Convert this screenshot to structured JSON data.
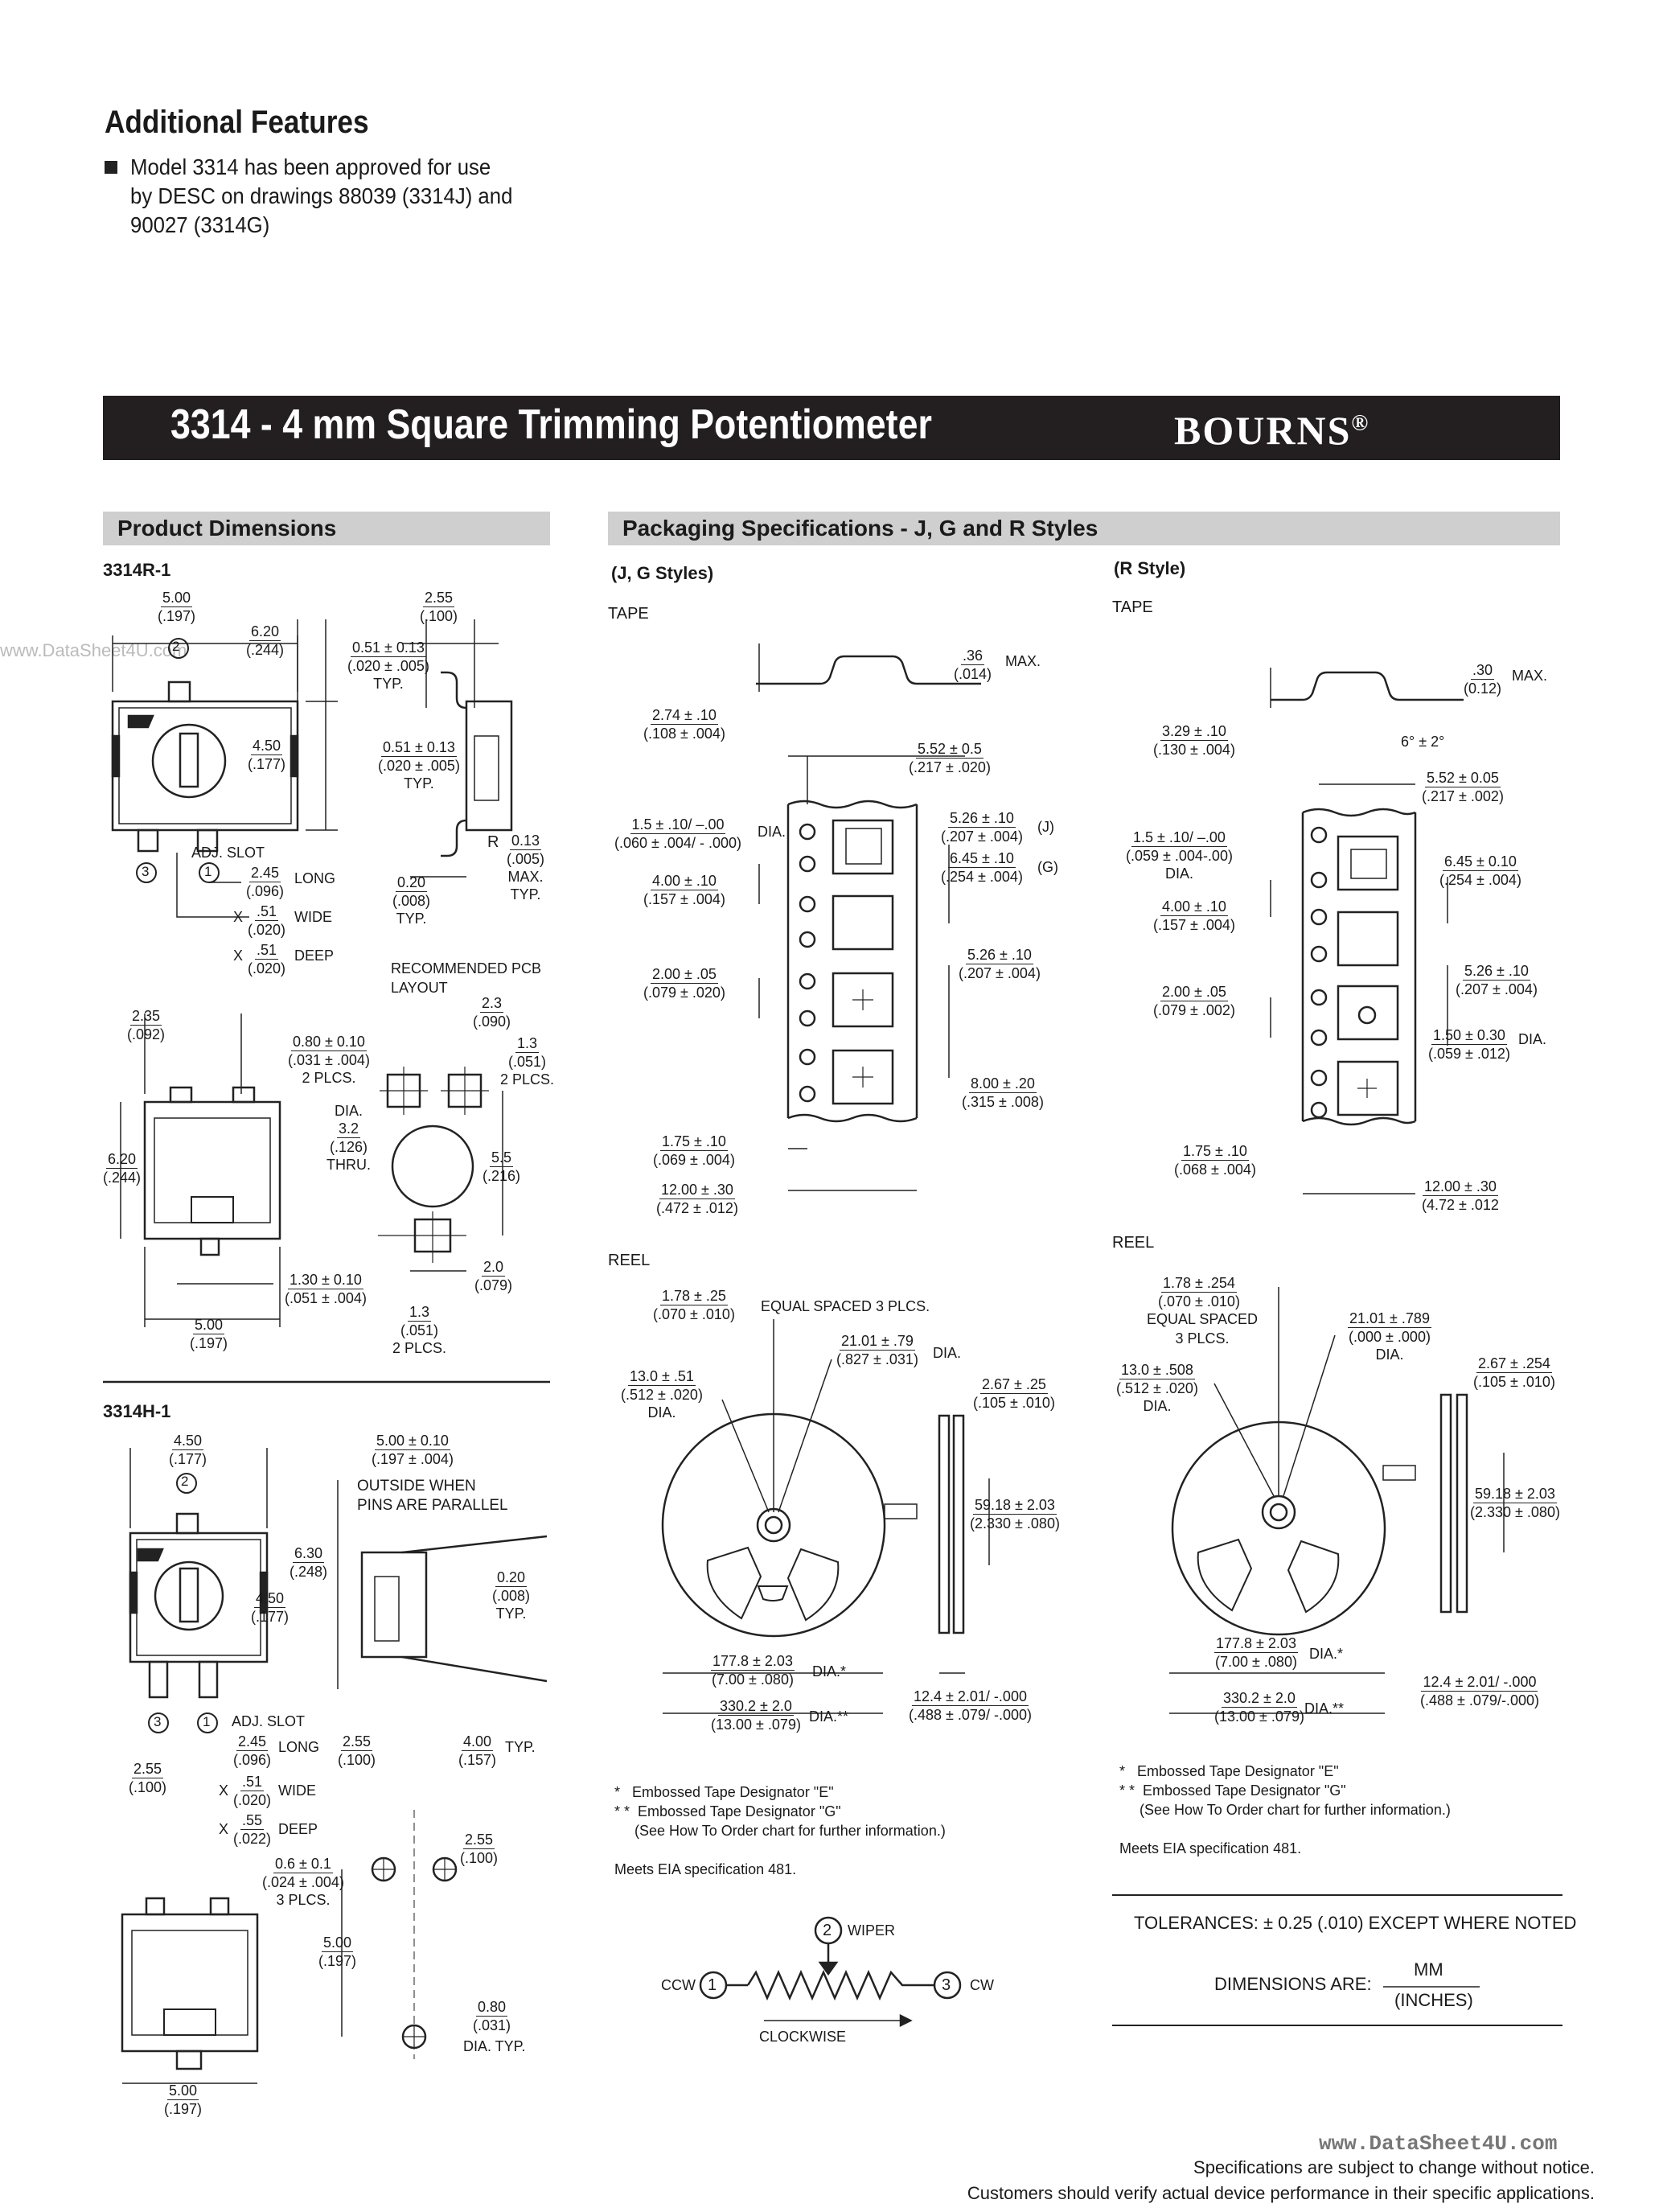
{
  "features": {
    "title": "Additional Features",
    "text": "Model 3314 has been approved for use\nby DESC on drawings 88039 (3314J) and\n90027 (3314G)"
  },
  "banner": {
    "title": "3314 - 4 mm Square Trimming Potentiometer",
    "brand": "BOURNS",
    "reg": "®"
  },
  "watermark_left": "www.DataSheet4U.com",
  "sections": {
    "dimensions": "Product Dimensions",
    "packaging": "Packaging Specifications - J, G and R Styles"
  },
  "models": {
    "r1": "3314R-1",
    "h1": "3314H-1"
  },
  "styles": {
    "jg": "(J, G Styles)",
    "r": "(R Style)"
  },
  "labels": {
    "tape": "TAPE",
    "reel": "REEL",
    "adj_slot": "ADJ. SLOT",
    "long": "LONG",
    "wide": "WIDE",
    "deep": "DEEP",
    "typ": "TYP.",
    "max": "MAX.",
    "dia": "DIA.",
    "thru": "THRU.",
    "two_plcs": "2 PLCS.",
    "three_plcs": "3 PLCS.",
    "rec_pcb": "RECOMMENDED PCB\nLAYOUT",
    "outside": "OUTSIDE WHEN\nPINS ARE PARALLEL",
    "equal_spaced": "EQUAL SPACED 3 PLCS.",
    "equal_spaced_r": "EQUAL SPACED\n3 PLCS.",
    "dia_typ": "DIA. TYP.",
    "r": "R",
    "x": "X",
    "wiper": "WIPER",
    "ccw": "CCW",
    "cw": "CW",
    "clockwise": "CLOCKWISE",
    "j": "(J)",
    "g": "(G)",
    "angle": "6° ± 2°"
  },
  "r1_dims": {
    "w500": [
      "5.00",
      "(.197)"
    ],
    "w255": [
      "2.55",
      "(.100)"
    ],
    "h620": [
      "6.20",
      "(.244)"
    ],
    "h450": [
      "4.50",
      "(.177)"
    ],
    "p051": [
      "0.51 ± 0.13",
      "(.020 ± .005)"
    ],
    "p051b": [
      "0.51 ± 0.13",
      "(.020 ± .005)"
    ],
    "s245": [
      "2.45",
      "(.096)"
    ],
    "s051": [
      ".51",
      "(.020)"
    ],
    "s051d": [
      ".51",
      "(.020)"
    ],
    "r013": [
      "0.13",
      "(.005)"
    ],
    "t020": [
      "0.20",
      "(.008)"
    ],
    "b235": [
      "2.35",
      "(.092)"
    ],
    "b080": [
      "0.80 ± 0.10",
      "(.031 ± .004)"
    ],
    "b620": [
      "6.20",
      "(.244)"
    ],
    "b130": [
      "1.30 ± 0.10",
      "(.051 ± .004)"
    ],
    "b500": [
      "5.00",
      "(.197)"
    ],
    "c23": [
      "2.3",
      "(.090)"
    ],
    "c13": [
      "1.3",
      "(.051)"
    ],
    "c32": [
      "3.2",
      "(.126)"
    ],
    "c55": [
      "5.5",
      "(.216)"
    ],
    "c20": [
      "2.0",
      "(.079)"
    ],
    "c13b": [
      "1.3",
      "(.051)"
    ]
  },
  "h1_dims": {
    "w450": [
      "4.50",
      "(.177)"
    ],
    "w500": [
      "5.00 ± 0.10",
      "(.197 ± .004)"
    ],
    "h630": [
      "6.30",
      "(.248)"
    ],
    "h450": [
      "4.50",
      "(.177)"
    ],
    "t020": [
      "0.20",
      "(.008)"
    ],
    "s245": [
      "2.45",
      "(.096)"
    ],
    "s255": [
      "2.55",
      "(.100)"
    ],
    "s400": [
      "4.00",
      "(.157)"
    ],
    "x051": [
      ".51",
      "(.020)"
    ],
    "x055": [
      ".55",
      "(.022)"
    ],
    "l255": [
      "2.55",
      "(.100)"
    ],
    "p06": [
      "0.6 ± 0.1",
      "(.024 ± .004)"
    ],
    "r255": [
      "2.55",
      "(.100)"
    ],
    "v500": [
      "5.00",
      "(.197)"
    ],
    "d080": [
      "0.80",
      "(.031)"
    ],
    "b500": [
      "5.00",
      "(.197)"
    ]
  },
  "jg_tape": {
    "t036": [
      ".36",
      "(.014)"
    ],
    "t274": [
      "2.74 ± .10",
      "(.108 ± .004)"
    ],
    "t552": [
      "5.52 ± 0.5",
      "(.217 ± .020)"
    ],
    "t15": [
      "1.5 ± .10/ –.00",
      "(.060 ± .004/ - .000)"
    ],
    "t526": [
      "5.26 ± .10",
      "(.207 ± .004)"
    ],
    "t645": [
      "6.45 ± .10",
      "(.254 ± .004)"
    ],
    "t400": [
      "4.00 ± .10",
      "(.157 ± .004)"
    ],
    "t526b": [
      "5.26 ± .10",
      "(.207 ± .004)"
    ],
    "t200": [
      "2.00 ± .05",
      "(.079 ± .020)"
    ],
    "t800": [
      "8.00 ± .20",
      "(.315 ± .008)"
    ],
    "t175": [
      "1.75 ± .10",
      "(.069 ± .004)"
    ],
    "t1200": [
      "12.00 ± .30",
      "(.472 ± .012)"
    ]
  },
  "r_tape": {
    "t030": [
      ".30",
      "(0.12)"
    ],
    "t329": [
      "3.29 ± .10",
      "(.130 ± .004)"
    ],
    "t552": [
      "5.52 ± 0.05",
      "(.217 ± .002)"
    ],
    "t15": [
      "1.5 ± .10/ –.00",
      "(.059 ± .004-.00)"
    ],
    "t645": [
      "6.45 ± 0.10",
      "(.254 ± .004)"
    ],
    "t400": [
      "4.00 ± .10",
      "(.157 ± .004)"
    ],
    "t526": [
      "5.26 ± .10",
      "(.207 ± .004)"
    ],
    "t200": [
      "2.00 ± .05",
      "(.079 ± .002)"
    ],
    "t150": [
      "1.50 ± 0.30",
      "(.059 ± .012)"
    ],
    "t175": [
      "1.75 ± .10",
      "(.068 ± .004)"
    ],
    "t1200": [
      "12.00 ± .30",
      "(4.72 ± .012"
    ]
  },
  "jg_reel": {
    "r178": [
      "1.78 ± .25",
      "(.070 ± .010)"
    ],
    "r2101": [
      "21.01 ± .79",
      "(.827 ± .031)"
    ],
    "r130": [
      "13.0 ± .51",
      "(.512 ± .020)"
    ],
    "r267": [
      "2.67 ± .25",
      "(.105 ± .010)"
    ],
    "r5918": [
      "59.18 ± 2.03",
      "(2.330 ± .080)"
    ],
    "r1778": [
      "177.8 ± 2.03",
      "(7.00 ± .080)"
    ],
    "r3302": [
      "330.2 ± 2.0",
      "(13.00 ± .079)"
    ],
    "r124": [
      "12.4 ± 2.01/ -.000",
      "(.488 ± .079/ -.000)"
    ],
    "dia1": "DIA.*",
    "dia2": "DIA.**"
  },
  "r_reel": {
    "r178": [
      "1.78 ± .254",
      "(.070 ± .010)"
    ],
    "r2101": [
      "21.01 ± .789",
      "(.000 ± .000)"
    ],
    "r130": [
      "13.0 ± .508",
      "(.512 ± .020)"
    ],
    "r267": [
      "2.67 ± .254",
      "(.105 ± .010)"
    ],
    "r5918": [
      "59.18 ± 2.03",
      "(2.330 ± .080)"
    ],
    "r1778": [
      "177.8 ± 2.03",
      "(7.00 ± .080)"
    ],
    "r3302": [
      "330.2 ± 2.0",
      "(13.00 ± .079)"
    ],
    "r124": [
      "12.4 ± 2.01/ -.000",
      "(.488 ± .079/-.000)"
    ],
    "dia1": "DIA.*",
    "dia2": "DIA.**"
  },
  "notes_jg": "*   Embossed Tape Designator \"E\"\n* *  Embossed Tape Designator \"G\"\n     (See How To Order chart for further information.)\n\nMeets EIA specification 481.",
  "notes_r": "*   Embossed Tape Designator \"E\"\n* *  Embossed Tape Designator \"G\"\n     (See How To Order chart for further information.)\n\nMeets EIA specification 481.",
  "tolerance": {
    "text": "TOLERANCES: ± 0.25 (.010) EXCEPT WHERE NOTED",
    "dims_label": "DIMENSIONS ARE:",
    "mm": "MM",
    "inches": "(INCHES)"
  },
  "footer": {
    "watermark": "www.DataSheet4U.com",
    "line1": "Specifications are subject to change without notice.",
    "line2": "Customers should verify actual device performance in their specific applications."
  }
}
